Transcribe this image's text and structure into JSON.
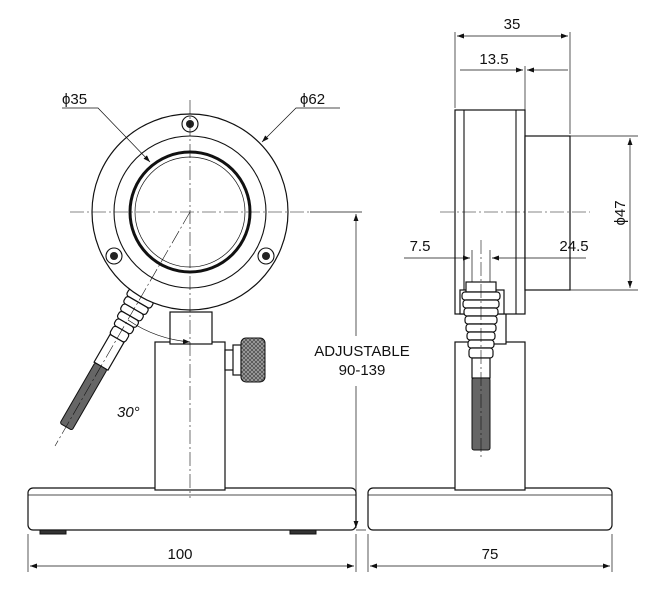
{
  "labels": {
    "phi_35": "ϕ35",
    "phi_62": "ϕ62",
    "phi_47": "ϕ47",
    "dim_35": "35",
    "dim_13_5": "13.5",
    "dim_7_5": "7.5",
    "dim_24_5": "24.5",
    "adjustable": "ADJUSTABLE",
    "adjust_range": "90-139",
    "angle": "30°",
    "width_front": "100",
    "width_side": "75"
  }
}
